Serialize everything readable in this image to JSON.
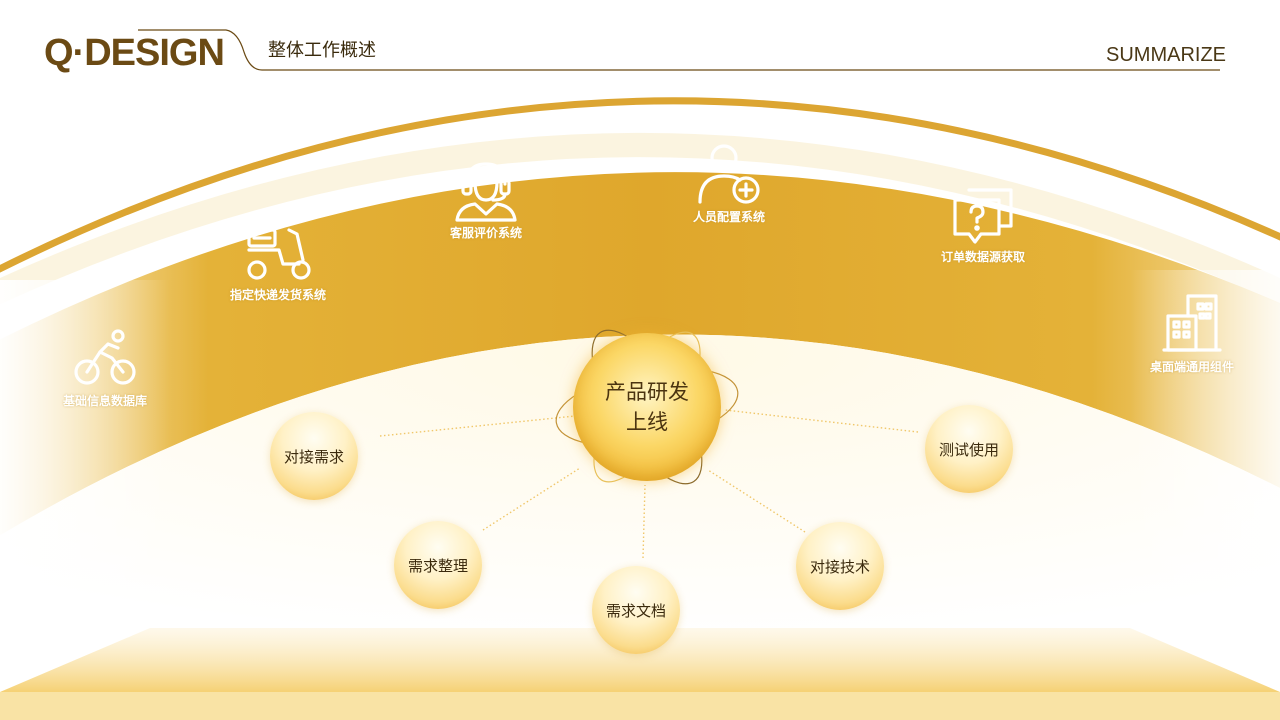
{
  "header": {
    "brand": "Q·DESIGN",
    "title": "整体工作概述",
    "right_label": "SUMMARIZE"
  },
  "colors": {
    "brand": "#6b4a14",
    "gold": "#e0a82a",
    "gold_light": "#f7dc8f",
    "text_dark": "#3b2a0d"
  },
  "modules": [
    {
      "label": "基础信息数据库",
      "icon": "cyclist-icon"
    },
    {
      "label": "指定快递发货系统",
      "icon": "scooter-icon"
    },
    {
      "label": "客服评价系统",
      "icon": "headset-agent-icon"
    },
    {
      "label": "人员配置系统",
      "icon": "user-add-icon"
    },
    {
      "label": "订单数据源获取",
      "icon": "question-message-icon"
    },
    {
      "label": "桌面端通用组件",
      "icon": "buildings-icon"
    }
  ],
  "center": {
    "line1": "产品研发",
    "line2": "上线"
  },
  "steps": [
    {
      "label": "对接需求"
    },
    {
      "label": "需求整理"
    },
    {
      "label": "需求文档"
    },
    {
      "label": "对接技术"
    },
    {
      "label": "测试使用"
    }
  ]
}
